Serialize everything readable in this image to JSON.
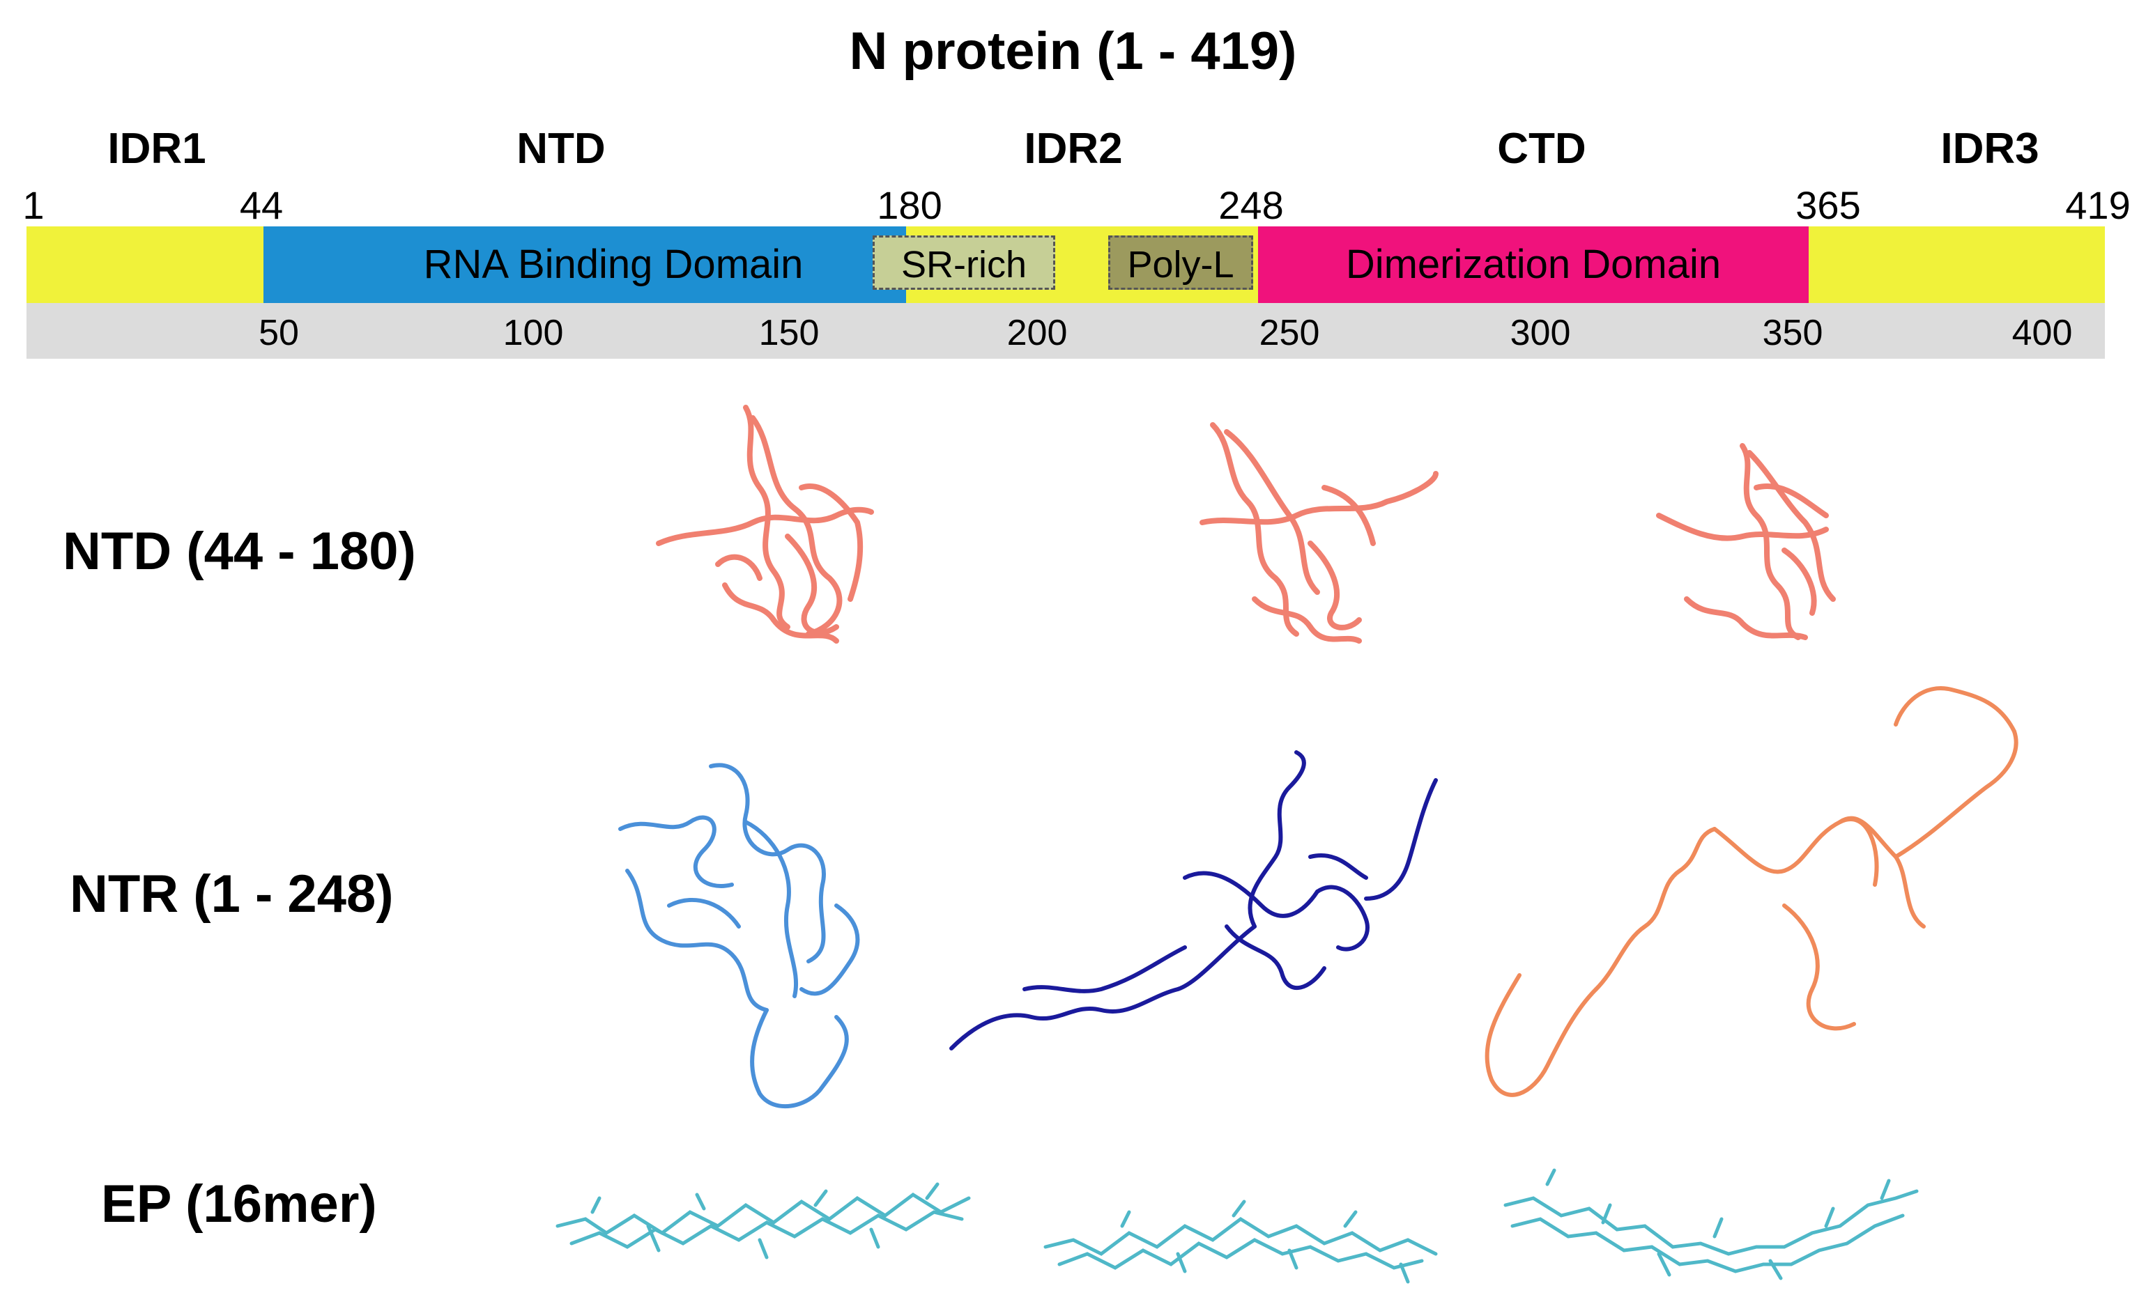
{
  "title": "N protein (1 - 419)",
  "regions": {
    "idr1": "IDR1",
    "ntd": "NTD",
    "idr2": "IDR2",
    "ctd": "CTD",
    "idr3": "IDR3"
  },
  "boundaries": {
    "b1": "1",
    "b44": "44",
    "b180": "180",
    "b248": "248",
    "b365": "365",
    "b419": "419"
  },
  "domains": {
    "rna_binding": "RNA Binding Domain",
    "sr_rich": "SR-rich",
    "poly_l": "Poly-L",
    "dimerization": "Dimerization Domain"
  },
  "ruler_ticks": [
    "50",
    "100",
    "150",
    "200",
    "250",
    "300",
    "350",
    "400"
  ],
  "rows": {
    "ntd": "NTD (44 - 180)",
    "ntr": "NTR (1 - 248)",
    "ep": "EP (16mer)"
  },
  "colors": {
    "idr_yellow": "#f0f23a",
    "rna_binding_blue": "#1d8fd2",
    "dimerization_pink": "#f0127c",
    "ntd_salmon": "#f08070",
    "ntr_light_blue": "#4a90d9",
    "ntr_dark_blue": "#1a1a9c",
    "ntr_orange": "#f08a5a",
    "ep_cyan": "#4fb8c8"
  }
}
